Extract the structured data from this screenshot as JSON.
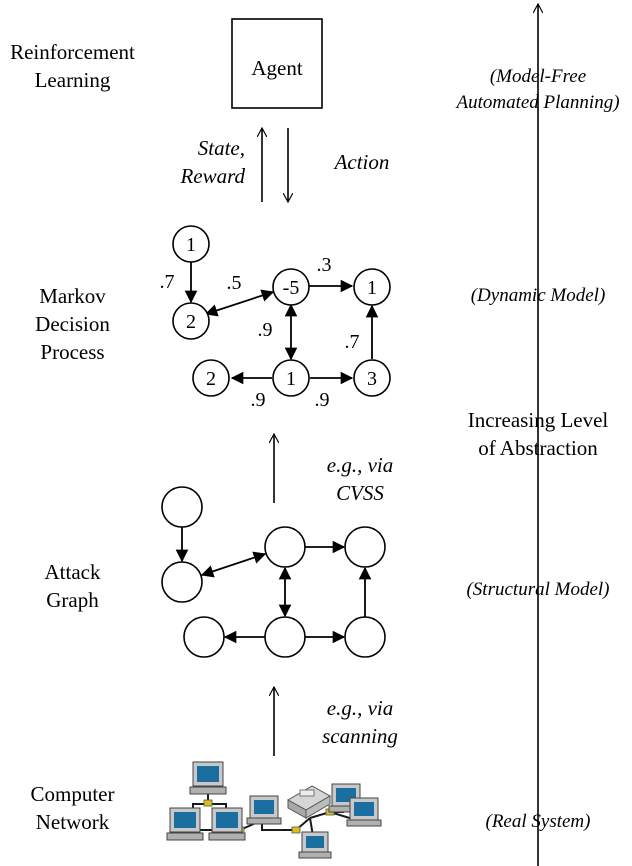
{
  "levels": {
    "rl": {
      "line1": "Reinforcement",
      "line2": "Learning"
    },
    "mdp": {
      "line1": "Markov",
      "line2": "Decision",
      "line3": "Process"
    },
    "attack": {
      "line1": "Attack",
      "line2": "Graph"
    },
    "network": {
      "line1": "Computer",
      "line2": "Network"
    }
  },
  "agent": {
    "label": "Agent"
  },
  "transitions": {
    "state_reward_1": "State,",
    "state_reward_2": "Reward",
    "action": "Action",
    "cvss_1": "e.g., via",
    "cvss_2": "CVSS",
    "scan_1": "e.g., via",
    "scan_2": "scanning"
  },
  "right_axis": {
    "model_free_1": "(Model-Free",
    "model_free_2": "Automated Planning)",
    "dynamic": "(Dynamic Model)",
    "abstraction_1": "Increasing Level",
    "abstraction_2": "of Abstraction",
    "structural": "(Structural Model)",
    "real": "(Real System)"
  },
  "mdp_nodes": [
    "1",
    "2",
    "-5",
    "1",
    "2",
    "1",
    "3"
  ],
  "mdp_edge_labels": [
    ".7",
    ".5",
    ".3",
    ".9",
    ".7",
    ".9",
    ".9"
  ],
  "icons": {
    "network": "computer-network-icon"
  }
}
